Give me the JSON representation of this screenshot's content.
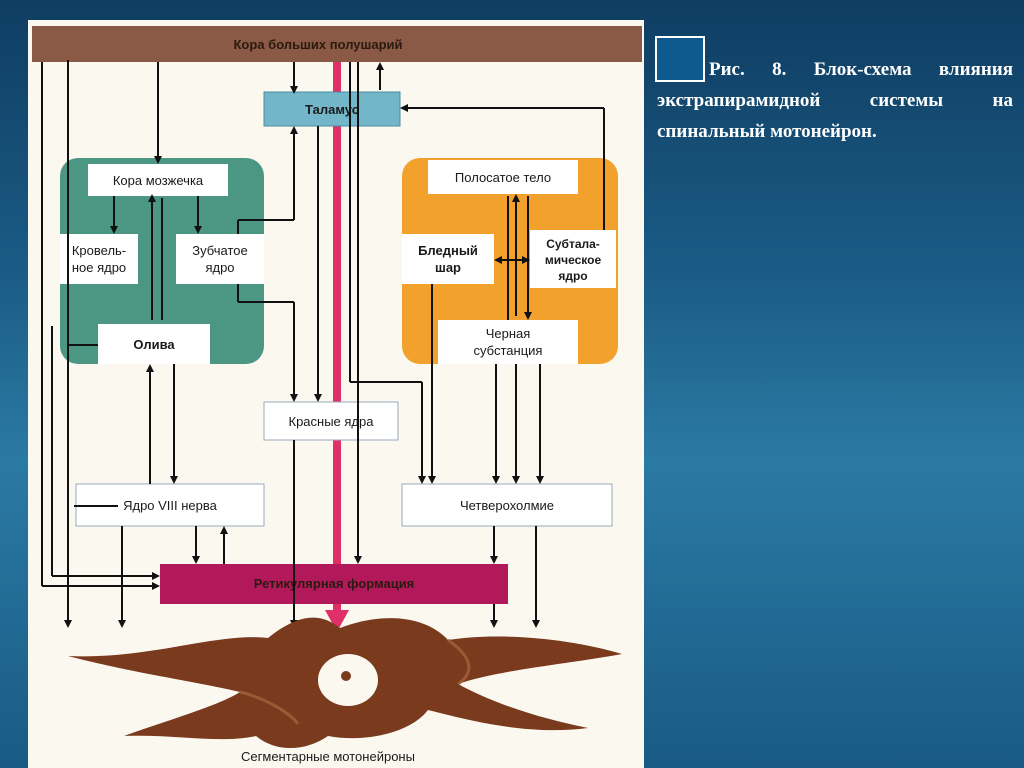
{
  "caption": {
    "text": "Рис. 8. Блок-схема влияния экстрапирамидной системы на спинальный мотонейрон."
  },
  "diagram": {
    "cortex_label": "Кора больших полушарий",
    "thalamus_label": "Таламус",
    "cerebellar_cortex_label": "Кора мозжечка",
    "roof_nucleus_line1": "Кровель-",
    "roof_nucleus_line2": "ное ядро",
    "dentate_line1": "Зубчатое",
    "dentate_line2": "ядро",
    "olive_label": "Олива",
    "striatum_label": "Полосатое тело",
    "pallidum_line1": "Бледный",
    "pallidum_line2": "шар",
    "subthalamic_line1": "Субтала-",
    "subthalamic_line2": "мическое",
    "subthalamic_line3": "ядро",
    "substantia_line1": "Черная",
    "substantia_line2": "субстанция",
    "red_nuclei_label": "Красные ядра",
    "nucleus_viii_label": "Ядро VIII нерва",
    "quadrigemina_label": "Четверохолмие",
    "reticular_label": "Ретикулярная формация",
    "motoneurons_label": "Сегментарные мотонейроны"
  },
  "colors": {
    "cortex_bar": "#8b5a46",
    "thalamus": "#73b5c9",
    "cerebellum_block": "#4b9783",
    "basal_ganglia_block": "#f2a22c",
    "reticular_bar": "#b2195a",
    "neuron_body": "#7a3a1e",
    "central_arrow": "#e0306a"
  }
}
